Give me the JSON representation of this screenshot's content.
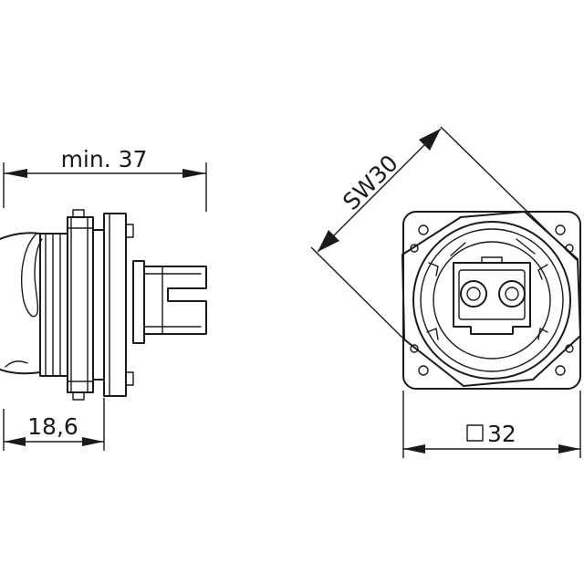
{
  "labels": {
    "min_length": "min. 37",
    "depth": "18,6",
    "wrench_size": "SW30",
    "square_size": "32"
  },
  "icons": {
    "square_symbol": "square-symbol"
  },
  "colors": {
    "line": "#1a1a1a",
    "background": "#ffffff"
  }
}
